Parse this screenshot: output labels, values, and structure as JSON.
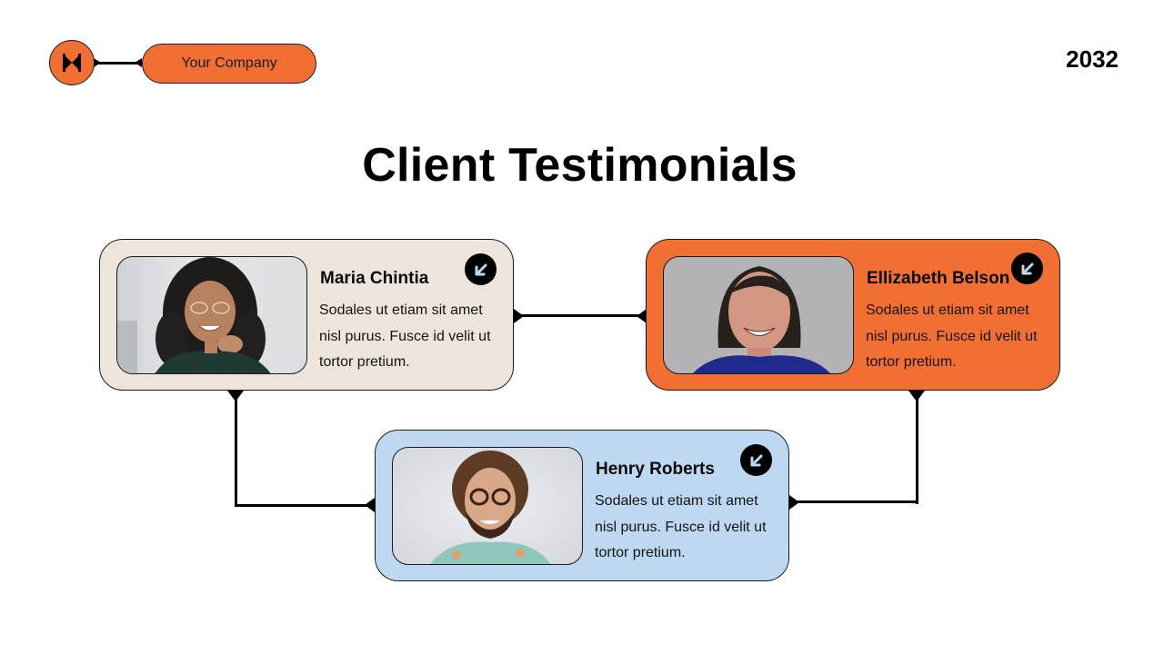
{
  "header": {
    "logo_icon": "bowtie-icon",
    "company": "Your Company",
    "year": "2032"
  },
  "title": "Client Testimonials",
  "colors": {
    "accent_orange": "#f26f34",
    "card_beige": "#ede5dc",
    "card_blue": "#bdd8f0",
    "dark": "#000000",
    "badge_arrow": "#b9d8f2"
  },
  "testimonials": [
    {
      "name": "Maria Chintia",
      "quote": "Sodales ut etiam sit amet nisl purus. Fusce id velit ut tortor pretium.",
      "card_color": "#ede5dc",
      "badge_icon": "arrow-down-left-icon",
      "photo": "portrait-woman-curly-hair-glasses"
    },
    {
      "name": "Ellizabeth Belson",
      "quote": "Sodales ut etiam sit amet nisl purus. Fusce id velit ut tortor pretium.",
      "card_color": "#f26f34",
      "badge_icon": "arrow-down-left-icon",
      "photo": "portrait-woman-dark-bob-blue-shirt"
    },
    {
      "name": "Henry Roberts",
      "quote": "Sodales ut etiam sit amet nisl purus. Fusce id velit ut tortor pretium.",
      "card_color": "#bdd8f0",
      "badge_icon": "arrow-down-left-icon",
      "photo": "portrait-man-curly-hair-glasses"
    }
  ]
}
